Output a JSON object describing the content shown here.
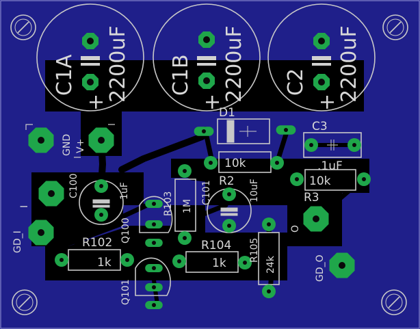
{
  "colors": {
    "board": "#1f1f8a",
    "copper": "#000000",
    "pad": "#1fa64a",
    "hole": "#0a0a0a",
    "silk": "#d0d0d0"
  },
  "labels": {
    "c1a": "C1A",
    "c1b": "C1B",
    "c2": "C2",
    "cap_value": "2200uF",
    "c1a_plus": "+",
    "c1b_plus": "+",
    "c2_plus": "+",
    "d1": "D1",
    "c3": "C3",
    "c3_value": ".1uF",
    "r2": "R2",
    "r2_value": "10k",
    "r3": "R3",
    "r3_value": "10k",
    "c101": "C101",
    "c101_value": "10uF",
    "c100": "C100",
    "c100_value": "1uF",
    "r103": "R103",
    "r103_value": "1M",
    "q100": "Q100",
    "q101": "Q101",
    "r102": "R102",
    "r102_value": "1k",
    "r104": "R104",
    "r104_value": "1k",
    "r105": "R105",
    "r105_value": "24k",
    "gnd": "GND",
    "vplus": "V+",
    "gd_i": "GD_I",
    "i_label": "I",
    "o_label": "O",
    "gd_o": "GD_O"
  }
}
